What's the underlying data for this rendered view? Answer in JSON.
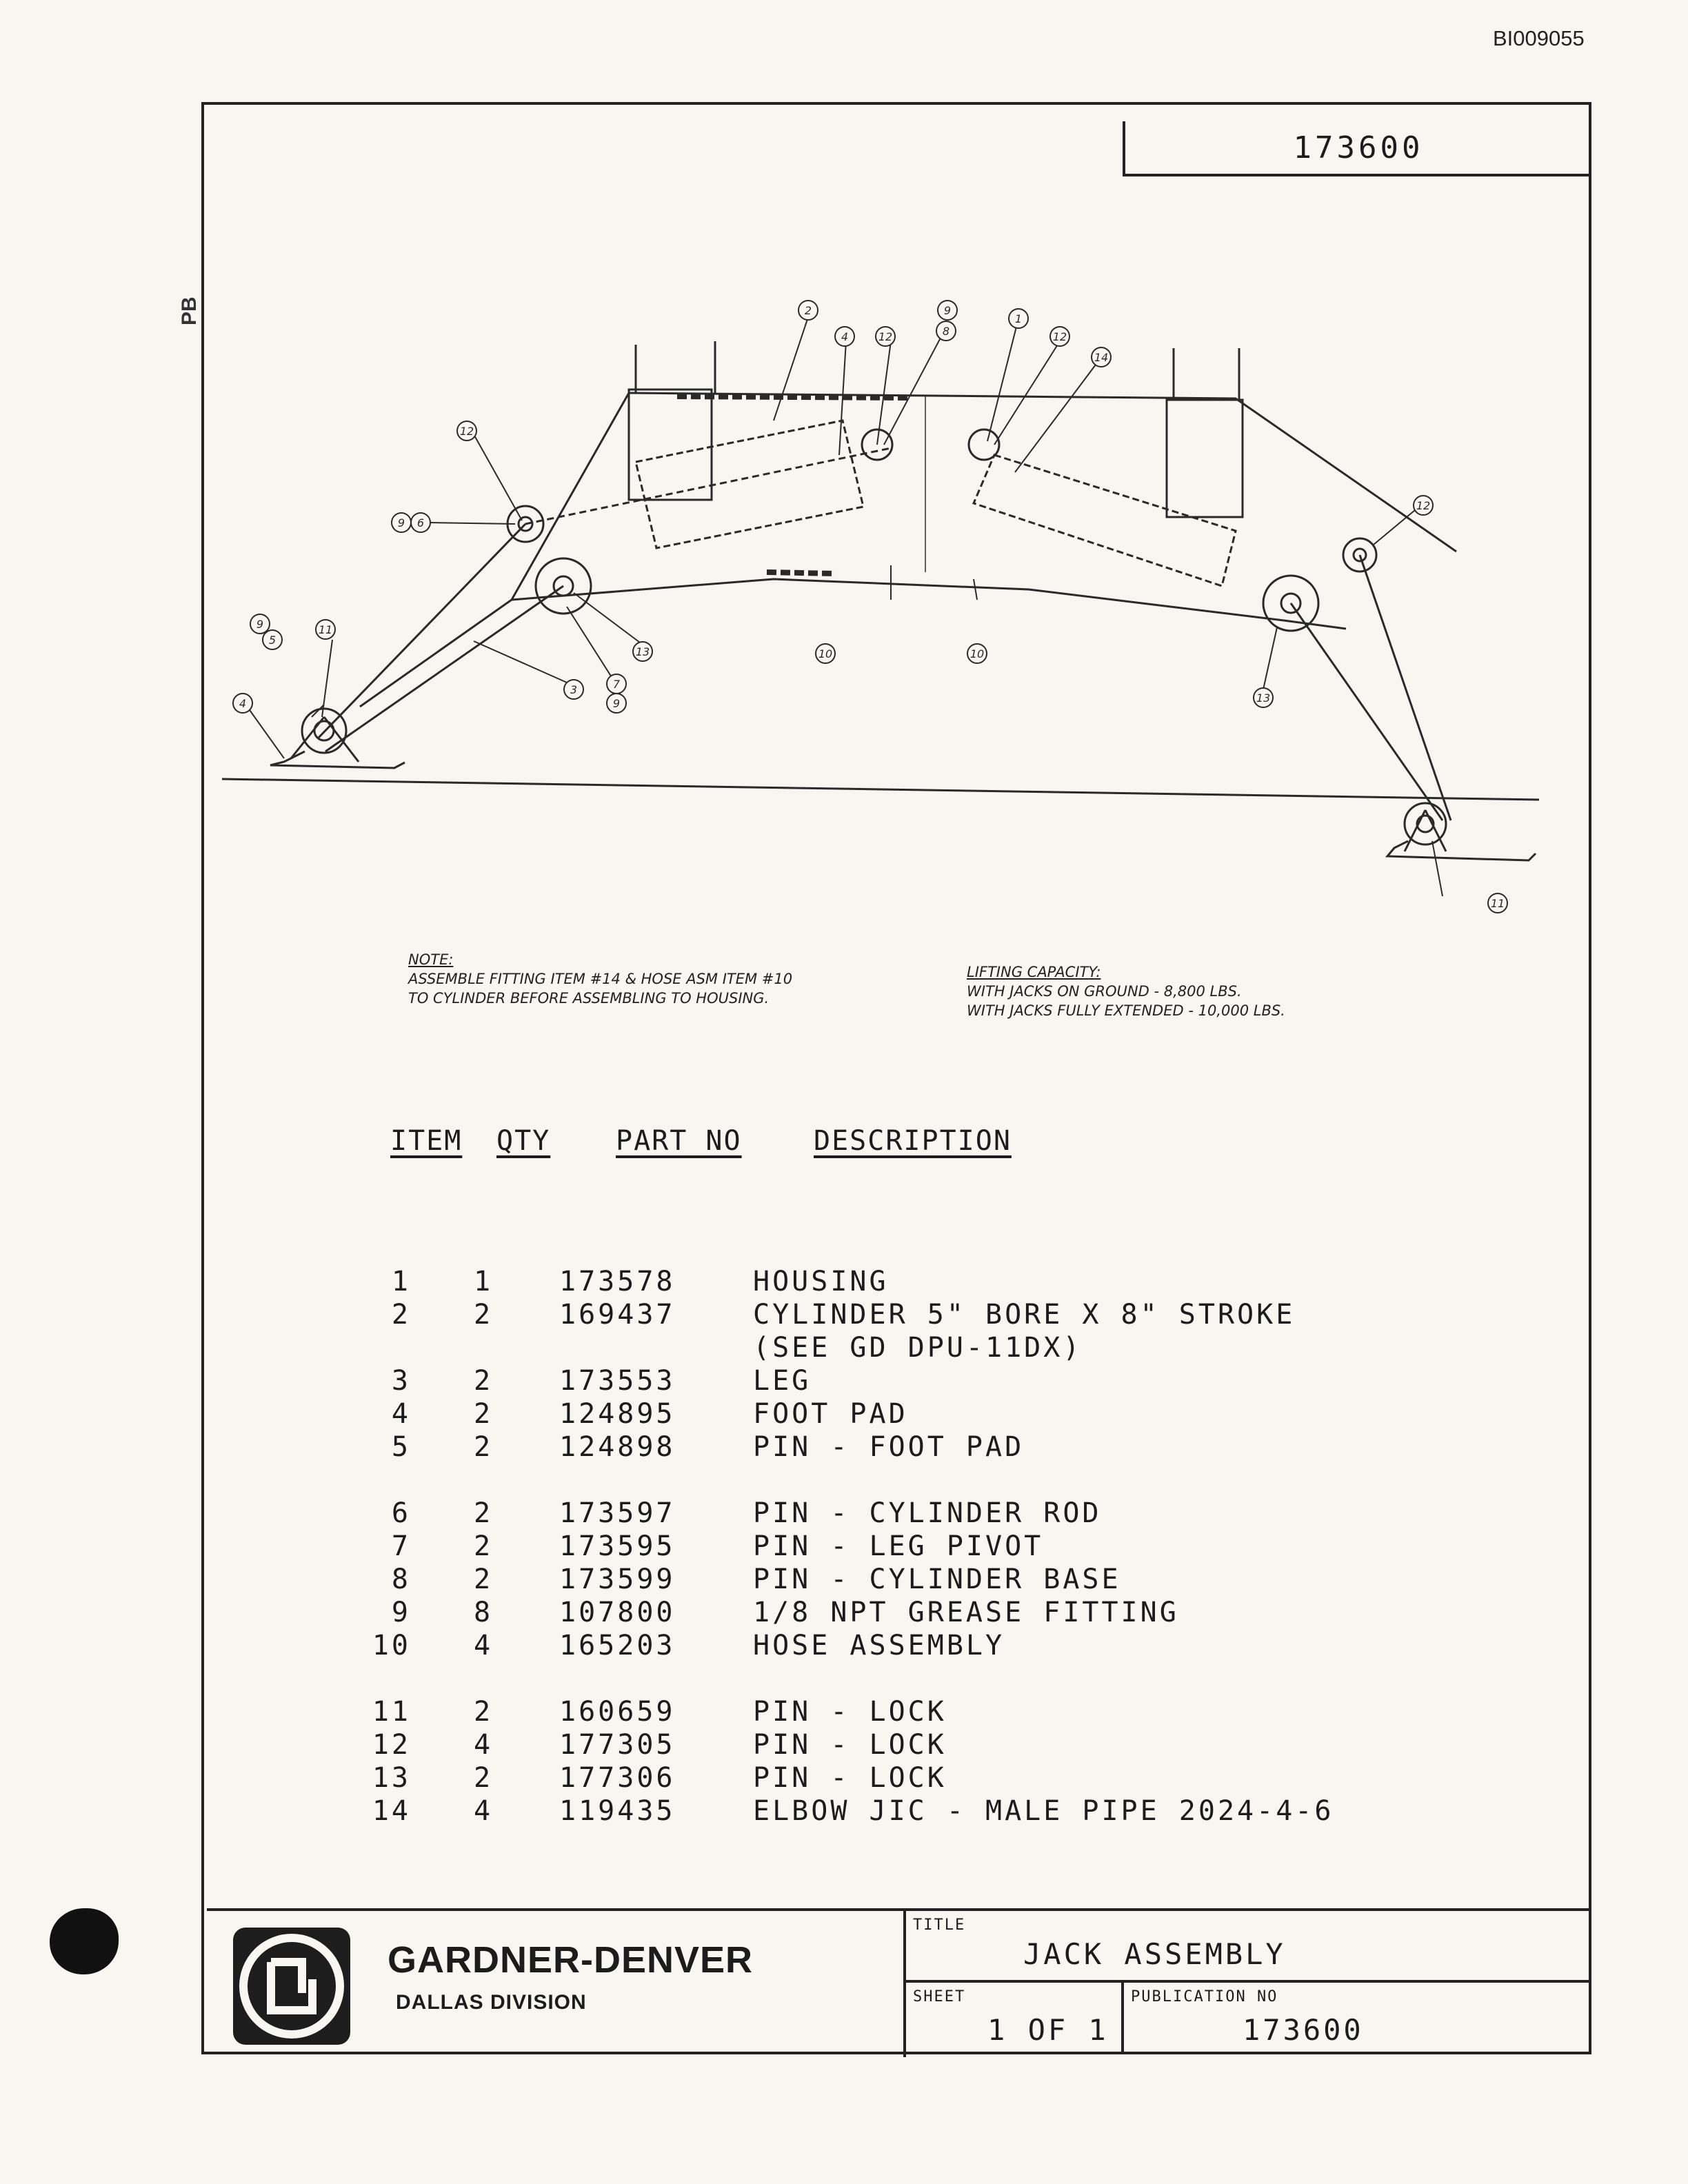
{
  "doc_id": "BI009055",
  "side_mark": "PB",
  "drawing_number": "173600",
  "notes": {
    "assembly_note": {
      "heading": "NOTE:",
      "line1": "ASSEMBLE FITTING ITEM #14 & HOSE ASM ITEM #10",
      "line2": "TO CYLINDER BEFORE ASSEMBLING TO HOUSING."
    },
    "lifting_capacity": {
      "heading": "LIFTING CAPACITY:",
      "line1": "WITH JACKS ON GROUND - 8,800 LBS.",
      "line2": "WITH JACKS FULLY EXTENDED - 10,000 LBS."
    }
  },
  "callouts": [
    "1",
    "2",
    "3",
    "4",
    "5",
    "6",
    "7",
    "8",
    "9",
    "10",
    "11",
    "12",
    "13",
    "14"
  ],
  "parts_table": {
    "headers": {
      "item": "ITEM",
      "qty": "QTY",
      "part_no": "PART NO",
      "description": "DESCRIPTION"
    },
    "rows": [
      {
        "item": "1",
        "qty": "1",
        "part_no": "173578",
        "description": "HOUSING"
      },
      {
        "item": "2",
        "qty": "2",
        "part_no": "169437",
        "description": "CYLINDER 5\" BORE X 8\" STROKE",
        "description2": "(SEE GD DPU-11DX)"
      },
      {
        "item": "3",
        "qty": "2",
        "part_no": "173553",
        "description": "LEG"
      },
      {
        "item": "4",
        "qty": "2",
        "part_no": "124895",
        "description": "FOOT PAD"
      },
      {
        "item": "5",
        "qty": "2",
        "part_no": "124898",
        "description": "PIN - FOOT PAD"
      },
      {
        "item": "6",
        "qty": "2",
        "part_no": "173597",
        "description": "PIN - CYLINDER ROD"
      },
      {
        "item": "7",
        "qty": "2",
        "part_no": "173595",
        "description": "PIN - LEG PIVOT"
      },
      {
        "item": "8",
        "qty": "2",
        "part_no": "173599",
        "description": "PIN - CYLINDER BASE"
      },
      {
        "item": "9",
        "qty": "8",
        "part_no": "107800",
        "description": "1/8 NPT GREASE FITTING"
      },
      {
        "item": "10",
        "qty": "4",
        "part_no": "165203",
        "description": "HOSE ASSEMBLY"
      },
      {
        "item": "11",
        "qty": "2",
        "part_no": "160659",
        "description": "PIN - LOCK"
      },
      {
        "item": "12",
        "qty": "4",
        "part_no": "177305",
        "description": "PIN - LOCK"
      },
      {
        "item": "13",
        "qty": "2",
        "part_no": "177306",
        "description": "PIN - LOCK"
      },
      {
        "item": "14",
        "qty": "4",
        "part_no": "119435",
        "description": "ELBOW JIC - MALE PIPE 2024-4-6"
      }
    ]
  },
  "title_block": {
    "company": "GARDNER-DENVER",
    "division": "DALLAS DIVISION",
    "title_label": "TITLE",
    "title": "JACK ASSEMBLY",
    "sheet_label": "SHEET",
    "sheet": "1 OF 1",
    "publication_label": "PUBLICATION NO",
    "publication_no": "173600"
  }
}
